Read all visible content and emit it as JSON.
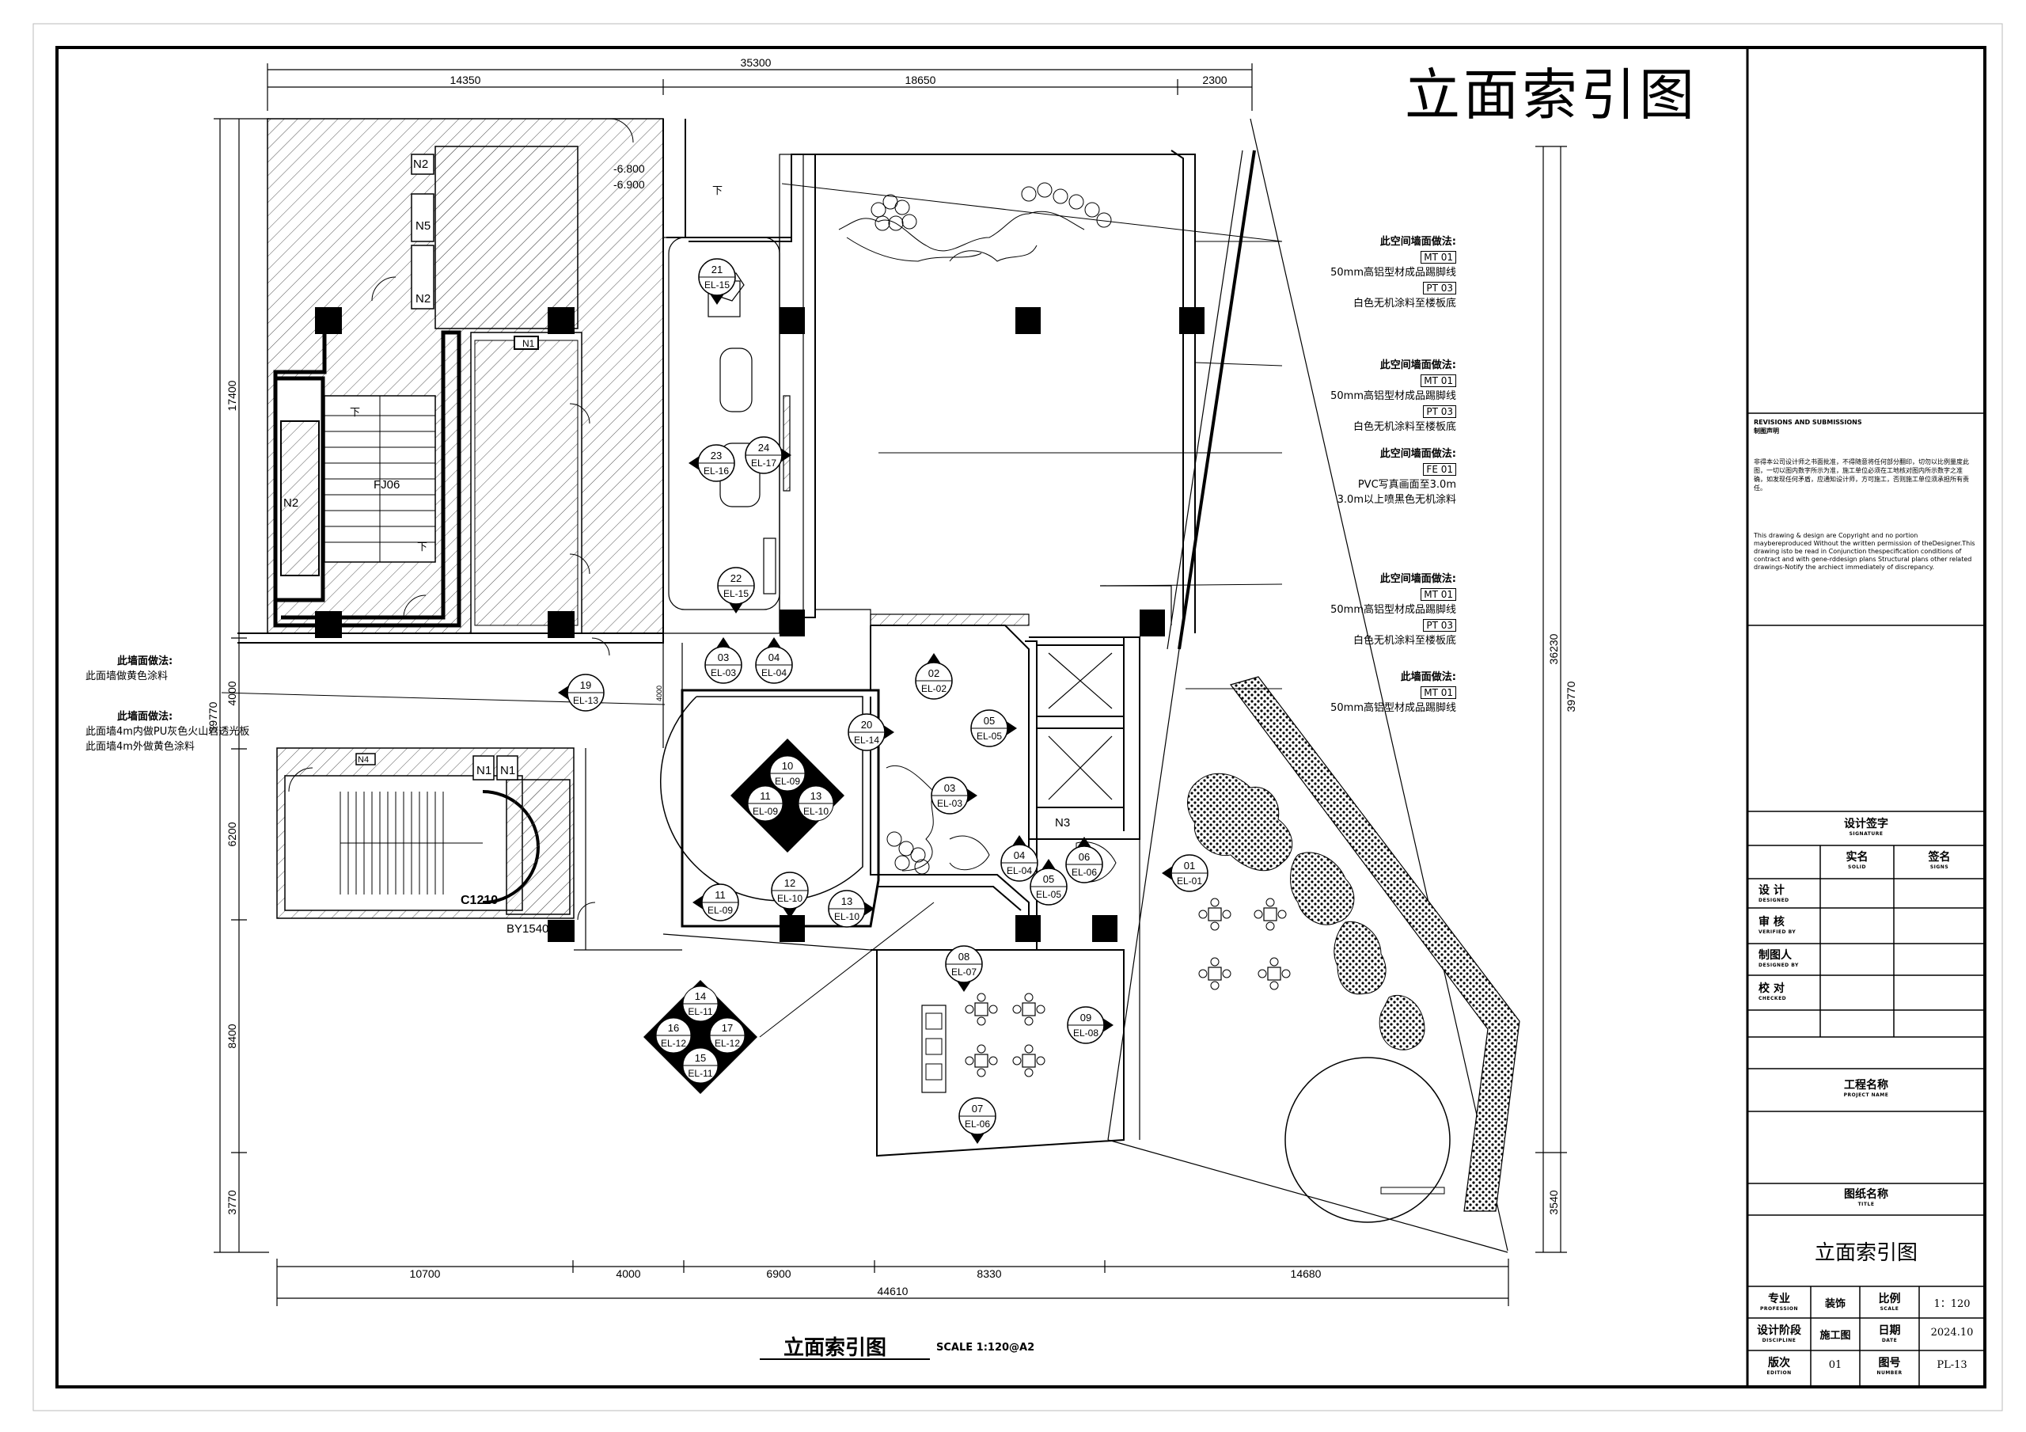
{
  "drawing": {
    "title_cn": "立面索引图",
    "bottom_title": "立面索引图",
    "scale_text": "SCALE 1:120@A2"
  },
  "dimensions": {
    "top": [
      "35300",
      "14350",
      "18650",
      "2300"
    ],
    "bottom": [
      "10700",
      "4000",
      "6900",
      "8330",
      "14680",
      "44610"
    ],
    "left": [
      "17400",
      "4000",
      "39770",
      "6200",
      "8400",
      "3770"
    ],
    "right": [
      "36230",
      "39770",
      "3540"
    ],
    "small": [
      "4000"
    ]
  },
  "levels": [
    "-6.800",
    "-6.900"
  ],
  "room_labels": [
    "N2",
    "N5",
    "N2",
    "N1",
    "N3",
    "N2",
    "N1",
    "N1",
    "N4",
    "N3",
    "C1210",
    "BY1540",
    "下",
    "下",
    "下",
    "FJ06"
  ],
  "notes_right": [
    {
      "title": "此空间墙面做法:",
      "lines": [
        {
          "code": "MT  01",
          "text": "50mm高铝型材成品踢脚线"
        },
        {
          "code": "PT  03",
          "text": "白色无机涂料至楼板底"
        }
      ]
    },
    {
      "title": "此空间墙面做法:",
      "lines": [
        {
          "code": "MT  01",
          "text": "50mm高铝型材成品踢脚线"
        },
        {
          "code": "PT  03",
          "text": "白色无机涂料至楼板底"
        }
      ]
    },
    {
      "title": "此空间墙面做法:",
      "lines": [
        {
          "code": "FE  01",
          "text": "PVC写真画面至3.0m"
        },
        {
          "code": "",
          "text": "3.0m以上喷黑色无机涂料"
        }
      ]
    },
    {
      "title": "此空间墙面做法:",
      "lines": [
        {
          "code": "MT  01",
          "text": "50mm高铝型材成品踢脚线"
        },
        {
          "code": "PT  03",
          "text": "白色无机涂料至楼板底"
        }
      ]
    },
    {
      "title": "此墙面做法:",
      "lines": [
        {
          "code": "MT  01",
          "text": "50mm高铝型材成品踢脚线"
        }
      ]
    }
  ],
  "notes_left": [
    {
      "title": "此墙面做法:",
      "lines": [
        "此面墙做黄色涂料"
      ]
    },
    {
      "title": "此墙面做法:",
      "lines": [
        "此面墙4m内做PU灰色火山岩透光板",
        "此面墙4m外做黄色涂料"
      ]
    }
  ],
  "elev_tags": [
    {
      "num": "21",
      "ref": "EL-15"
    },
    {
      "num": "23",
      "ref": "EL-16"
    },
    {
      "num": "24",
      "ref": "EL-17"
    },
    {
      "num": "22",
      "ref": "EL-15"
    },
    {
      "num": "03",
      "ref": "EL-03"
    },
    {
      "num": "04",
      "ref": "EL-04"
    },
    {
      "num": "19",
      "ref": "EL-13"
    },
    {
      "num": "02",
      "ref": "EL-02"
    },
    {
      "num": "05",
      "ref": "EL-05"
    },
    {
      "num": "20",
      "ref": "EL-14"
    },
    {
      "num": "03",
      "ref": "EL-03"
    },
    {
      "num": "04",
      "ref": "EL-04"
    },
    {
      "num": "06",
      "ref": "EL-06"
    },
    {
      "num": "05",
      "ref": "EL-05"
    },
    {
      "num": "01",
      "ref": "EL-01"
    },
    {
      "num": "11",
      "ref": "EL-09"
    },
    {
      "num": "12",
      "ref": "EL-10"
    },
    {
      "num": "13",
      "ref": "EL-10"
    },
    {
      "num": "08",
      "ref": "EL-07"
    },
    {
      "num": "09",
      "ref": "EL-08"
    },
    {
      "num": "07",
      "ref": "EL-06"
    }
  ],
  "cluster_tags": {
    "a": [
      {
        "num": "10",
        "ref": "EL-09"
      },
      {
        "num": "11",
        "ref": "EL-09"
      },
      {
        "num": "13",
        "ref": "EL-10"
      }
    ],
    "b": [
      {
        "num": "14",
        "ref": "EL-11"
      },
      {
        "num": "16",
        "ref": "EL-12"
      },
      {
        "num": "17",
        "ref": "EL-12"
      },
      {
        "num": "15",
        "ref": "EL-11"
      }
    ]
  },
  "title_block": {
    "revisions_en": "REVISIONS AND SUBMISSIONS",
    "revisions_cn": "制图声明",
    "statement_cn": "非得本公司设计师之书面批准，不得随意将任何部分翻印，切勿以比例量度此图，一切以图内数字所示为准，施工单位必须在工地核对图内所示数字之准确，如发现任何矛盾，应通知设计师，方可施工，否则施工单位须承担所有责任。",
    "statement_en": "This drawing & design are Copyright and no portion maybereproduced Without the written permission of theDesigner.This drawing isto be read in Conjunction thespecification conditions of contract and with gene-rddesign plans Structural plans other related drawings-Notify the archiect immediately of discrepancy.",
    "signature_cn": "设计签字",
    "signature_en": "SIGNATURE",
    "realname_cn": "实名",
    "realname_en": "SOLID",
    "sign_cn": "签名",
    "sign_en": "SIGNS",
    "rows": [
      {
        "cn": "设  计",
        "en": "DESIGNED"
      },
      {
        "cn": "审  核",
        "en": "VERIFIED BY"
      },
      {
        "cn": "制图人",
        "en": "DESIGNED BY"
      },
      {
        "cn": "校  对",
        "en": "CHECKED"
      }
    ],
    "project_cn": "工程名称",
    "project_en": "PROJECT NAME",
    "drawing_name_cn": "图纸名称",
    "drawing_name_en": "TITLE",
    "drawing_name_value": "立面索引图",
    "meta": [
      {
        "l1": "专业",
        "l1en": "PROFESSION",
        "v1": "装饰",
        "l2": "比例",
        "l2en": "SCALE",
        "v2": "1：120"
      },
      {
        "l1": "设计阶段",
        "l1en": "DISCIPLINE",
        "v1": "施工图",
        "l2": "日期",
        "l2en": "DATE",
        "v2": "2024.10"
      },
      {
        "l1": "版次",
        "l1en": "EDITION",
        "v1": "01",
        "l2": "图号",
        "l2en": "NUMBER",
        "v2": "PL-13"
      }
    ]
  }
}
